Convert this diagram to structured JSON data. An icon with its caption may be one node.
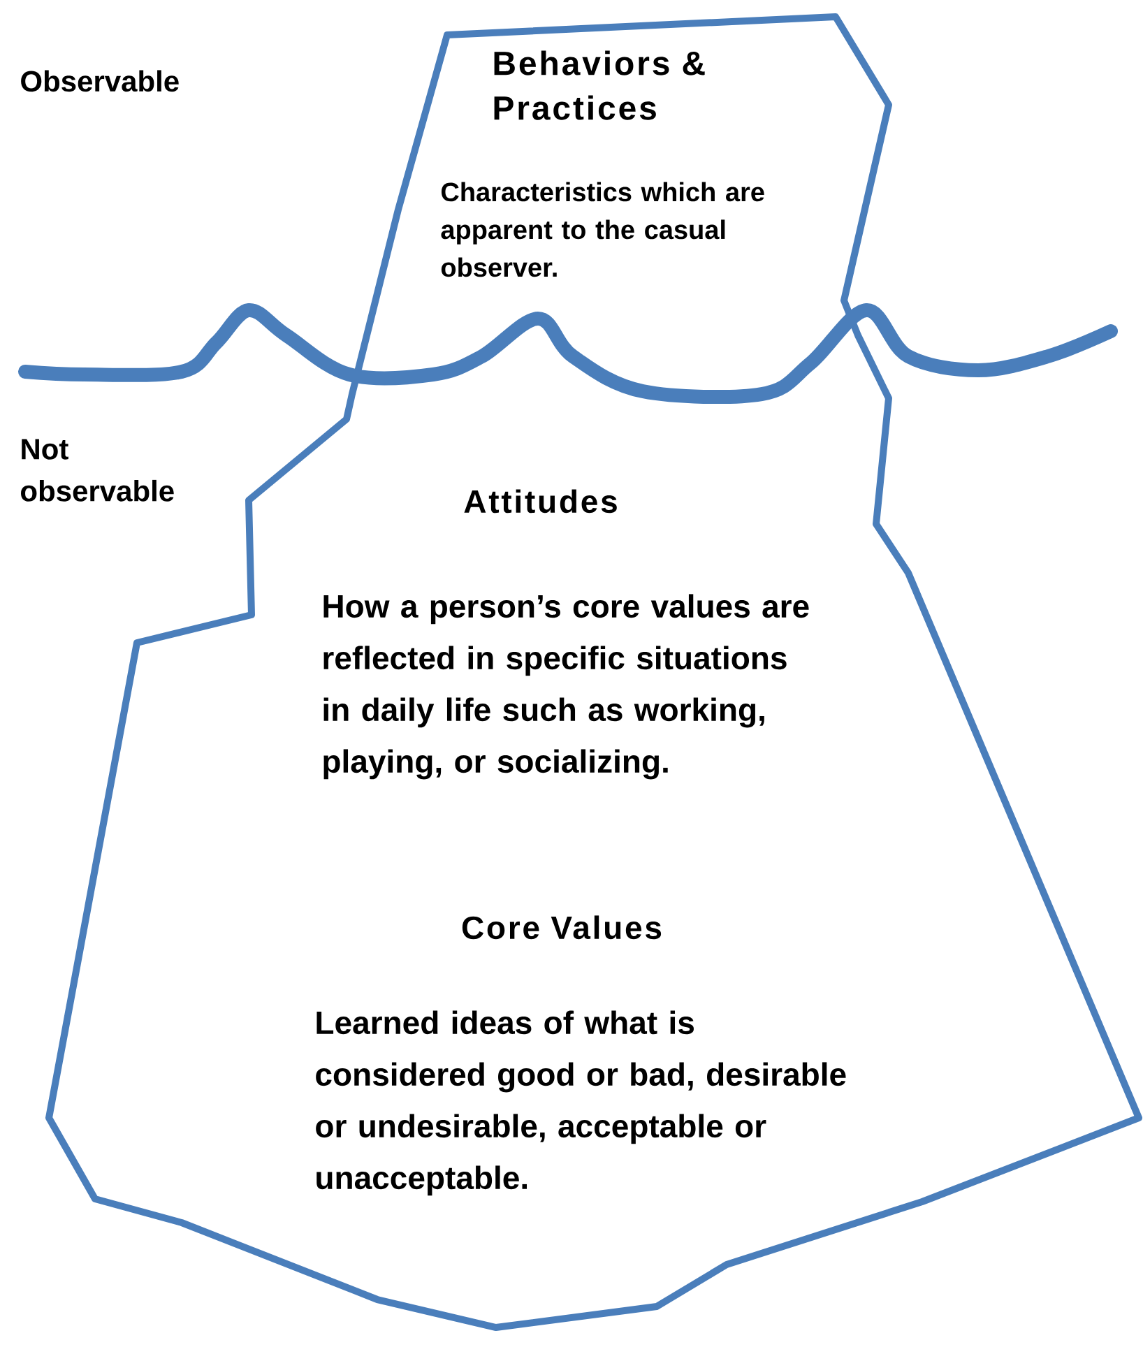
{
  "diagram": {
    "nodes": [
      {
        "text": [
          "Behaviors & Practices",
          "Characteristics which are apparent to the casual observer.",
          "Attitudes",
          "How a person’s core values are reflected in specific situations in daily life such as working, playing, or socializing.",
          "Core Values",
          "Learned ideas of what is considered good or bad, desirable or undesirable, acceptable or unacceptable."
        ]
      }
    ],
    "labels": [
      "Observable",
      "Not observable"
    ]
  }
}
